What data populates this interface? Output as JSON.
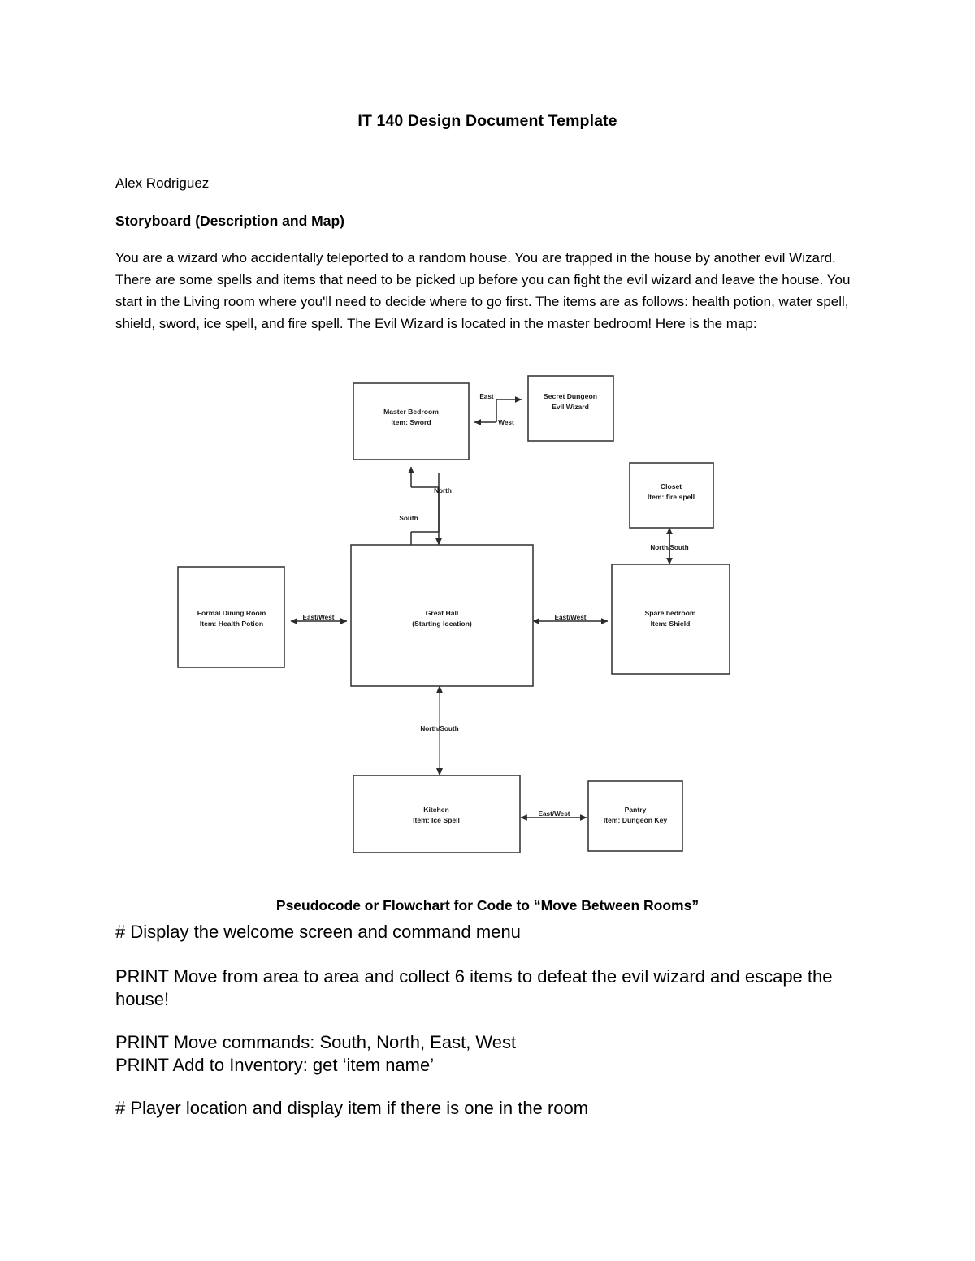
{
  "document": {
    "title": "IT 140 Design Document Template",
    "author": "Alex Rodriguez",
    "storyboard_heading": "Storyboard (Description and Map)",
    "storyboard_paragraph": "You are a wizard who accidentally teleported to a random house. You are trapped in the house by another evil Wizard. There are some spells and items that need to be picked up before you can fight the evil wizard and leave the house. You start in the Living room where you'll need to decide where to go first. The items are as follows: health potion, water spell, shield, sword, ice spell, and fire spell. The Evil Wizard is located in the master bedroom! Here is the map:",
    "pseudocode_heading": "Pseudocode or Flowchart for Code to “Move Between Rooms”",
    "pseudocode_lines": [
      "# Display the welcome screen and command menu",
      "PRINT Move from area to area and collect 6 items to defeat the evil wizard and escape the house!",
      "PRINT Move commands:  South,  North, East,  West",
      "PRINT Add to Inventory: get ‘item name’",
      "# Player location and display item if there is one in the room"
    ]
  },
  "map_diagram": {
    "type": "diagram",
    "rooms": [
      {
        "id": "master_bedroom",
        "name": "Master Bedroom",
        "item": "Item: Sword"
      },
      {
        "id": "secret_dungeon",
        "name": "Secret Dungeon",
        "item": "Evil Wizard"
      },
      {
        "id": "closet",
        "name": "Closet",
        "item": "Item: fire spell"
      },
      {
        "id": "formal_dining_room",
        "name": "Formal Dining Room",
        "item": "Item: Health Potion"
      },
      {
        "id": "great_hall",
        "name": "Great Hall",
        "item": "(Starting location)"
      },
      {
        "id": "spare_bedroom",
        "name": "Spare bedroom",
        "item": "Item: Shield"
      },
      {
        "id": "kitchen",
        "name": "Kitchen",
        "item": "Item: Ice Spell"
      },
      {
        "id": "pantry",
        "name": "Pantry",
        "item": "Item: Dungeon Key"
      }
    ],
    "connections": [
      {
        "from": "master_bedroom",
        "to": "secret_dungeon",
        "label_out": "East",
        "label_back": "West"
      },
      {
        "from": "great_hall",
        "to": "master_bedroom",
        "label_out": "North",
        "label_back": "South"
      },
      {
        "from": "formal_dining_room",
        "to": "great_hall",
        "label": "East/West"
      },
      {
        "from": "great_hall",
        "to": "spare_bedroom",
        "label": "East/West"
      },
      {
        "from": "spare_bedroom",
        "to": "closet",
        "label": "North/South"
      },
      {
        "from": "great_hall",
        "to": "kitchen",
        "label": "North/South"
      },
      {
        "from": "kitchen",
        "to": "pantry",
        "label": "East/West"
      }
    ]
  }
}
